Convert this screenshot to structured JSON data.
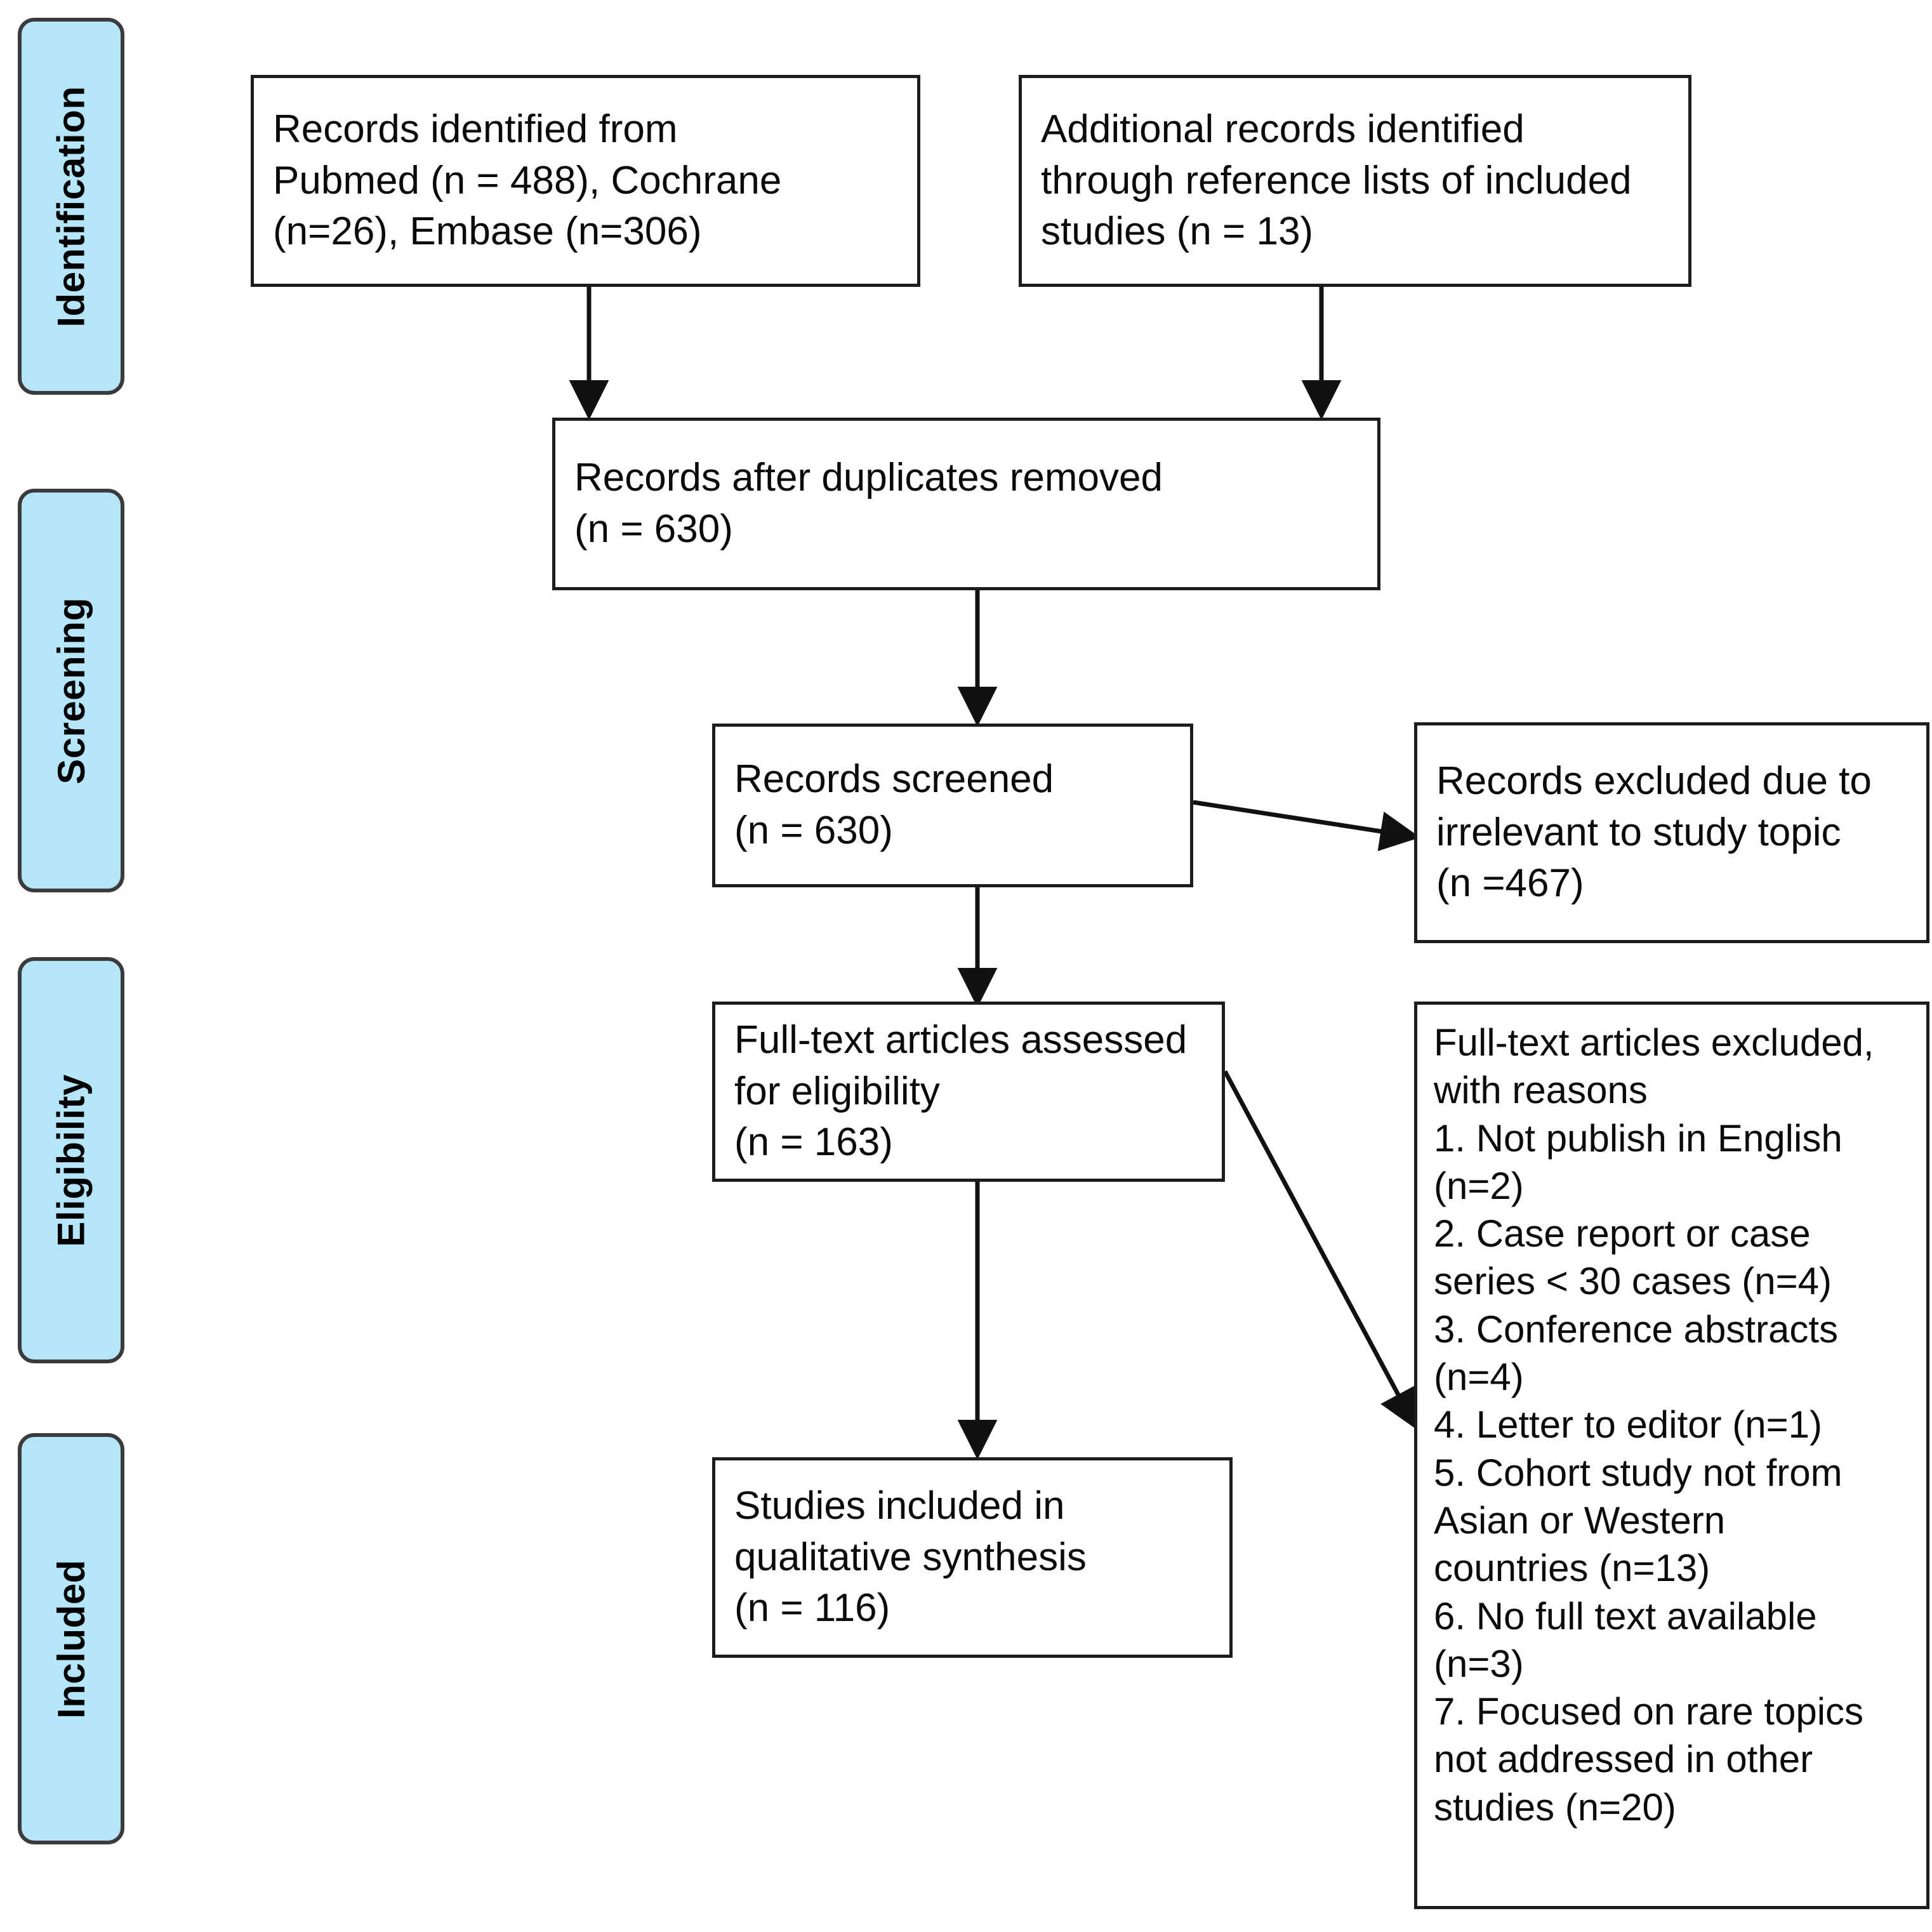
{
  "diagram": {
    "type": "prisma-flow-diagram",
    "background_color": "#ffffff",
    "box_border_color": "#1c1c1c",
    "stage_fill_color": "#b5e5f8",
    "stage_border_color": "#3b3b3b"
  },
  "stages": [
    {
      "id": "identification",
      "label": "Identification"
    },
    {
      "id": "screening",
      "label": "Screening"
    },
    {
      "id": "eligibility",
      "label": "Eligibility"
    },
    {
      "id": "included",
      "label": "Included"
    }
  ],
  "boxes": {
    "records_identified": {
      "lines": [
        "Records identified from",
        "Pubmed (n = 488), Cochrane",
        "(n=26), Embase (n=306)"
      ]
    },
    "additional_records": {
      "lines": [
        "Additional records identified",
        "through reference lists of included",
        "studies (n = 13)"
      ]
    },
    "duplicates_removed": {
      "lines": [
        "Records after duplicates removed",
        "(n = 630)"
      ]
    },
    "records_screened": {
      "lines": [
        "Records screened",
        "(n = 630)"
      ]
    },
    "records_excluded": {
      "lines": [
        "Records excluded due to",
        "irrelevant to study topic",
        "(n =467)"
      ]
    },
    "fulltext_assessed": {
      "lines": [
        "Full-text articles assessed",
        "for eligibility",
        "(n = 163)"
      ]
    },
    "fulltext_excluded": {
      "lines": [
        "Full-text articles excluded,",
        "with reasons",
        "1. Not publish in English",
        "(n=2)",
        "2. Case report or case",
        "series < 30 cases (n=4)",
        "3. Conference abstracts",
        "(n=4)",
        "4. Letter to editor (n=1)",
        "5. Cohort study not from",
        "Asian or Western",
        "countries (n=13)",
        "6. No full text available",
        "(n=3)",
        "7. Focused on rare topics",
        "not addressed in other",
        "studies (n=20)"
      ]
    },
    "studies_included": {
      "lines": [
        "Studies included in",
        "qualitative synthesis",
        "(n = 116)"
      ]
    }
  },
  "counts": {
    "pubmed": 488,
    "cochrane": 26,
    "embase": 306,
    "additional_records": 13,
    "after_duplicates_removed": 630,
    "records_screened": 630,
    "records_excluded_irrelevant": 467,
    "fulltext_assessed": 163,
    "studies_included": 116,
    "excluded_not_english": 2,
    "excluded_case_report": 4,
    "excluded_conference_abstract": 4,
    "excluded_letter_to_editor": 1,
    "excluded_cohort_not_asian_western": 13,
    "excluded_no_full_text": 3,
    "excluded_rare_topics": 20
  }
}
